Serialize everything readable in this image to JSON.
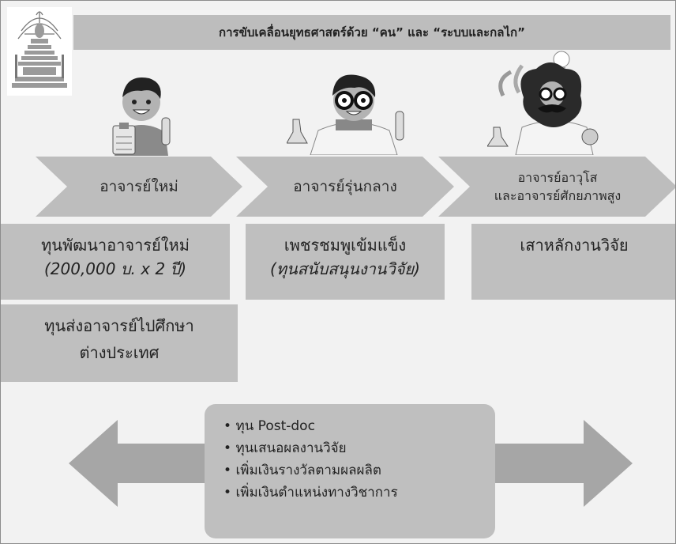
{
  "title": "การขับเคลื่อนยุทธศาสตร์ด้วย “คน” และ “ระบบและกลไก”",
  "levels": [
    {
      "label": "อาจารย์ใหม่"
    },
    {
      "label": "อาจารย์รุ่นกลาง"
    },
    {
      "label_line1": "อาจารย์อาวุโส",
      "label_line2": "และอาจารย์ศักยภาพสูง"
    }
  ],
  "programs": {
    "new_dev": {
      "line1": "ทุนพัฒนาอาจารย์ใหม่",
      "line2": "(200,000 บ. x 2 ปี)"
    },
    "new_abroad": {
      "line1": "ทุนส่งอาจารย์ไปศึกษา",
      "line2": "ต่างประเทศ"
    },
    "mid": {
      "line1": "เพชรชมพูเข้มแข็ง",
      "line2": "(ทุนสนับสนุนงานวิจัย)"
    },
    "senior": {
      "line1": "เสาหลักงานวิจัย"
    }
  },
  "support": [
    "ทุน Post-doc",
    "ทุนเสนอผลงานวิจัย",
    "เพิ่มเงินรางวัลตามผลผลิต",
    "เพิ่มเงินตำแหน่งทางวิชาการ"
  ],
  "colors": {
    "panel": "#f2f2f2",
    "band": "#bdbdbd",
    "box": "#bfbfbf",
    "arrow": "#a6a6a6"
  }
}
